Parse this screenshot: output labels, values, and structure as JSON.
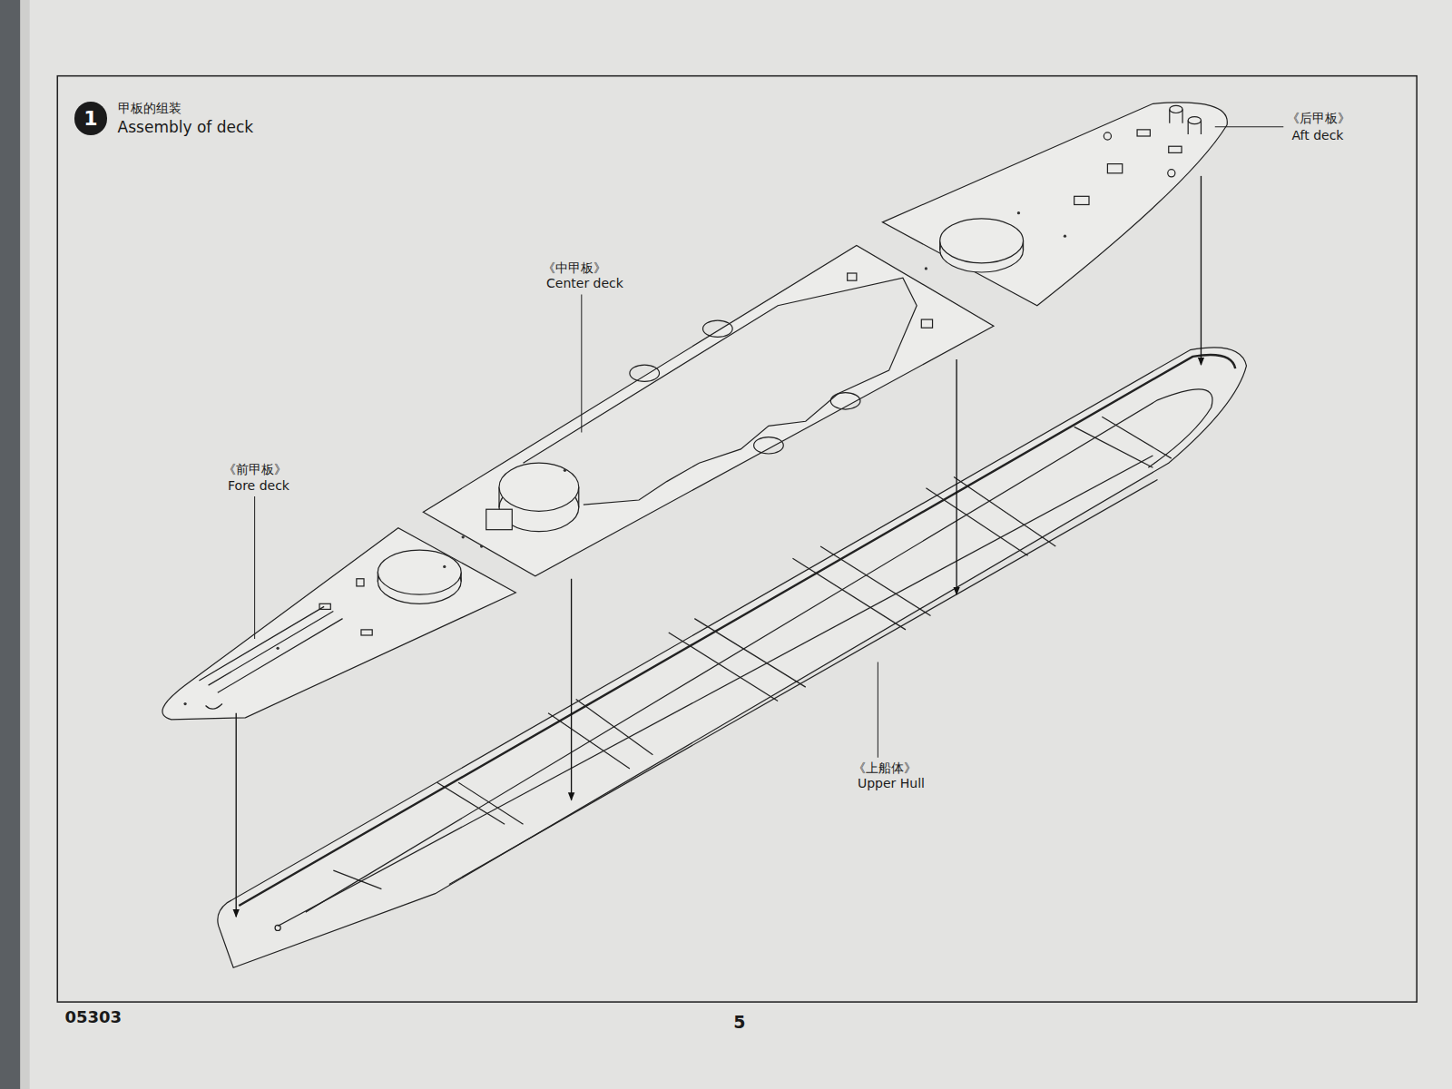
{
  "diagram": {
    "title": "Assembly of deck",
    "nodes": [
      {
        "text": [
          "1"
        ]
      }
    ],
    "labels": [
      "甲板的组装",
      "《后甲板》",
      "Aft deck",
      "《中甲板》",
      "Center deck",
      "《前甲板》",
      "Fore deck",
      "《上船体》",
      "Upper Hull",
      "05303",
      "5"
    ]
  }
}
